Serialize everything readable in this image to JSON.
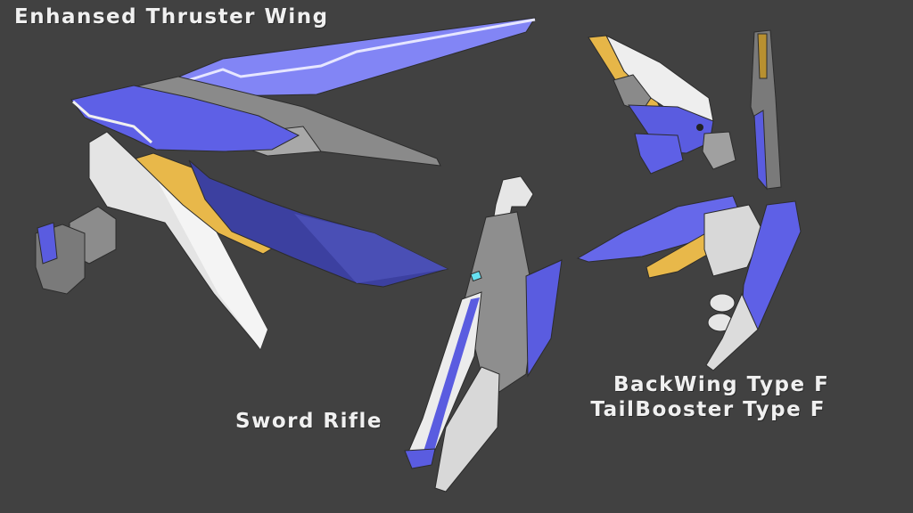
{
  "labels": {
    "thruster_wing": "Enhansed Thruster Wing",
    "sword_rifle": "Sword Rifle",
    "backwing_line1": "BackWing Type F",
    "backwing_line2": "TailBooster Type F"
  },
  "colors": {
    "background": "#414141",
    "blue_light": "#7b7ef0",
    "blue": "#5a5ce0",
    "blue_dark": "#3a3e9a",
    "white": "#ececec",
    "gray": "#9a9a9a",
    "gray_dark": "#6e6e6e",
    "yellow": "#e8b84a",
    "cyan": "#66e0f0"
  }
}
